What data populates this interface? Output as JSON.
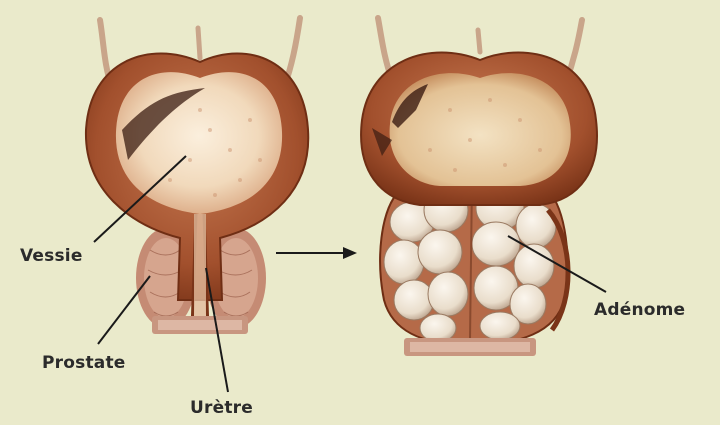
{
  "labels": {
    "bladder": "Vessie",
    "prostate": "Prostate",
    "urethra": "Urètre",
    "adenoma": "Adénome"
  },
  "colors": {
    "background": "#eaeacb",
    "tissue_dark": "#8e3f22",
    "tissue_mid": "#b8633d",
    "tissue_light": "#e6c4a6",
    "inner_wall": "#f3dcc0",
    "adenoma_lobes": "#efe5d8",
    "leader_line": "#1a1a1a"
  }
}
